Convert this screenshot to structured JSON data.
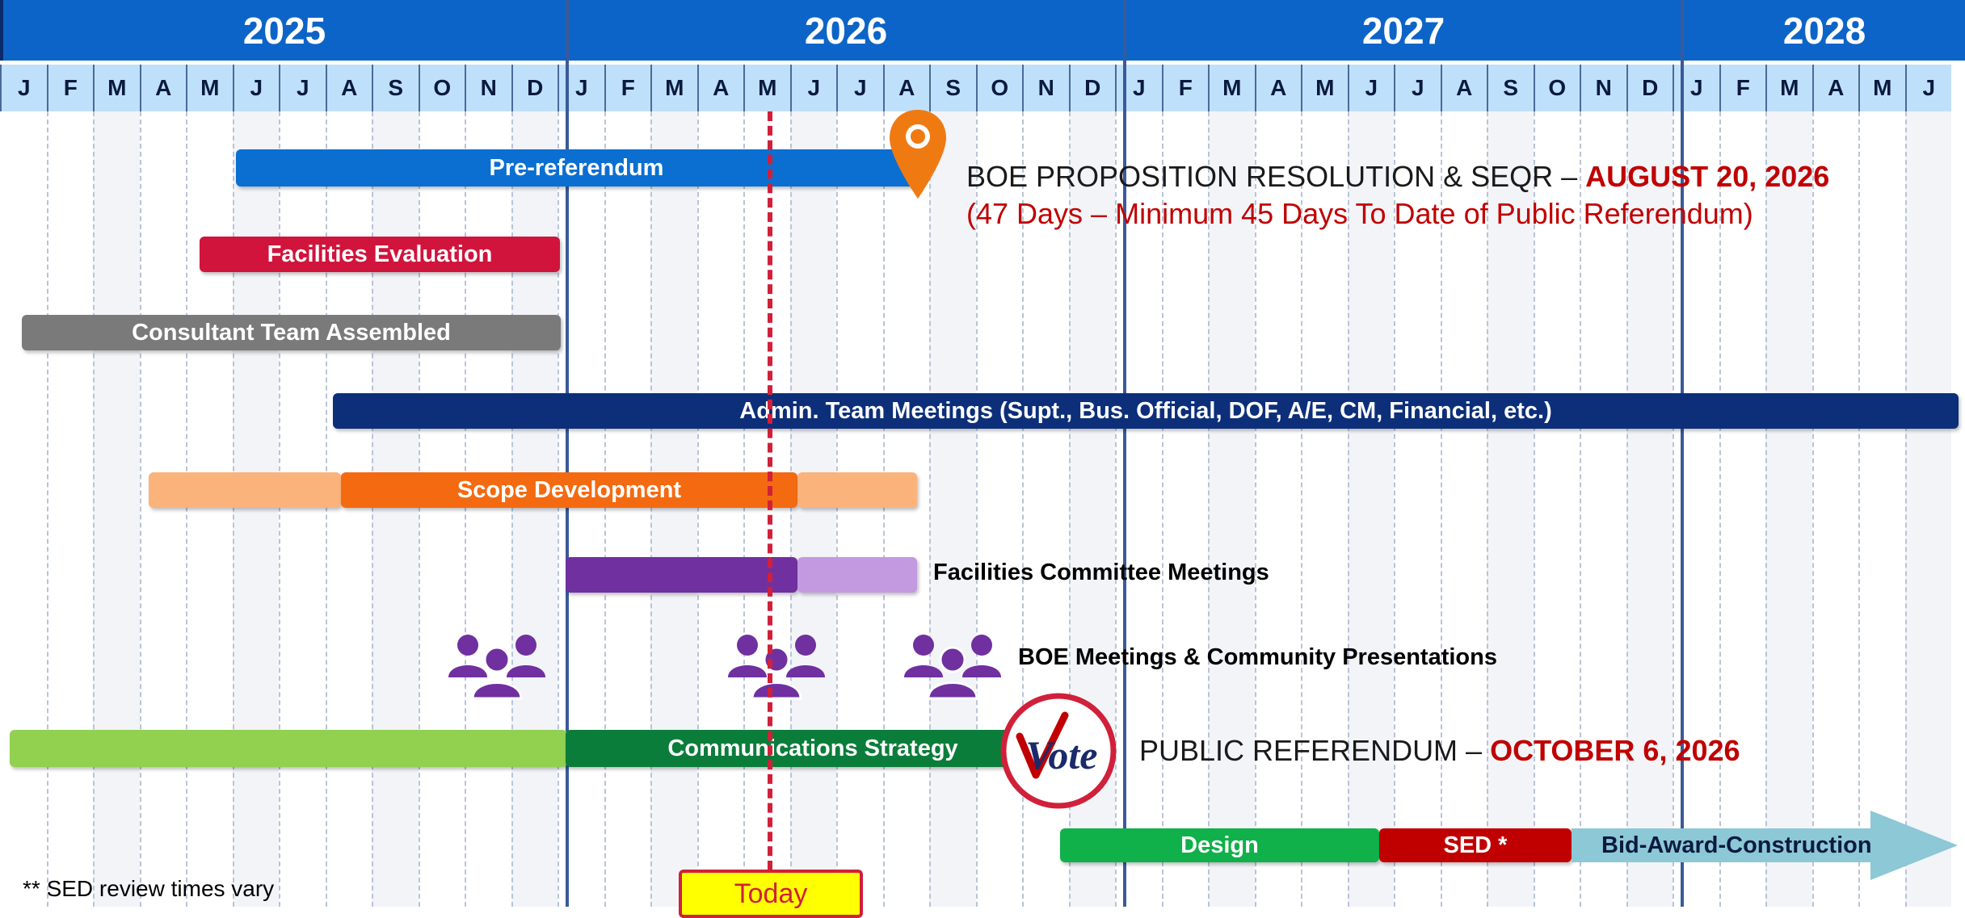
{
  "timeline": {
    "years": [
      "2025",
      "2026",
      "2027",
      "2028"
    ],
    "months": [
      "J",
      "F",
      "M",
      "A",
      "M",
      "J",
      "J",
      "A",
      "S",
      "O",
      "N",
      "D",
      "J",
      "F",
      "M",
      "A",
      "M",
      "J",
      "J",
      "A",
      "S",
      "O",
      "N",
      "D",
      "J",
      "F",
      "M",
      "A",
      "M",
      "J",
      "J",
      "A",
      "S",
      "O",
      "N",
      "D",
      "J",
      "F",
      "M",
      "A",
      "M",
      "J"
    ]
  },
  "bars": {
    "pre_referendum": "Pre-referendum",
    "facilities_evaluation": "Facilities Evaluation",
    "consultant_team": "Consultant Team Assembled",
    "admin_meetings": "Admin. Team Meetings (Supt., Bus. Official, DOF, A/E, CM, Financial, etc.)",
    "scope_development": "Scope Development",
    "communications_strategy": "Communications Strategy",
    "design": "Design",
    "sed": "SED *",
    "bid_award_construction": "Bid-Award-Construction"
  },
  "labels": {
    "facilities_committee": "Facilities Committee Meetings",
    "boe_meetings": "BOE Meetings & Community Presentations",
    "boe_resolution_prefix": "BOE PROPOSITION RESOLUTION & SEQR – ",
    "boe_resolution_date": "AUGUST 20, 2026",
    "boe_resolution_note": "(47 Days – Minimum 45 Days To Date of Public Referendum)",
    "public_referendum_prefix": "PUBLIC REFERENDUM  –  ",
    "public_referendum_date": "OCTOBER 6, 2026",
    "vote_logo": "Vote",
    "today": "Today",
    "footnote": "** SED review times vary"
  },
  "colors": {
    "pre_referendum": "#0b6fd1",
    "facilities_evaluation": "#d0143c",
    "consultant_team": "#7a7a7a",
    "admin_meetings": "#0d2f7a",
    "scope_light": "#fbb37c",
    "scope_main": "#f46a10",
    "committee_main": "#7030a0",
    "committee_light": "#c39ae0",
    "comm_light": "#92d050",
    "comm_main": "#0b7d3a",
    "design": "#10b04a",
    "sed": "#c00000",
    "bid_award": "#8cc8d6",
    "today_red": "#d0203a",
    "people_purple": "#7030a0"
  },
  "icons": {
    "pin": "map-pin-icon",
    "people": "people-group-icon",
    "vote": "vote-stamp-icon"
  }
}
